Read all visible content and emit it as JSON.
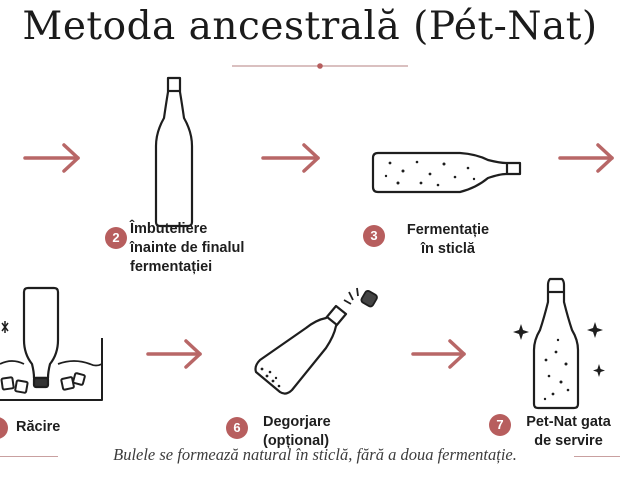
{
  "title": "Metoda ancestrală (Pét-Nat)",
  "colors": {
    "accent": "#b75e5e",
    "ink": "#1c1c1c"
  },
  "steps": [
    {
      "number": "2",
      "lines": [
        "Îmbuteliere",
        "înainte de finalul",
        "fermentației"
      ]
    },
    {
      "number": "3",
      "lines": [
        "Fermentație",
        "în sticlă"
      ]
    },
    {
      "number": "",
      "lines": [
        "Răcire"
      ]
    },
    {
      "number": "6",
      "lines": [
        "Degorjare",
        "(opțional)"
      ]
    },
    {
      "number": "7",
      "lines": [
        "Pet-Nat gata",
        "de servire"
      ]
    }
  ],
  "footer": "Bulele se formează natural în sticlă, fără a doua fermentație."
}
